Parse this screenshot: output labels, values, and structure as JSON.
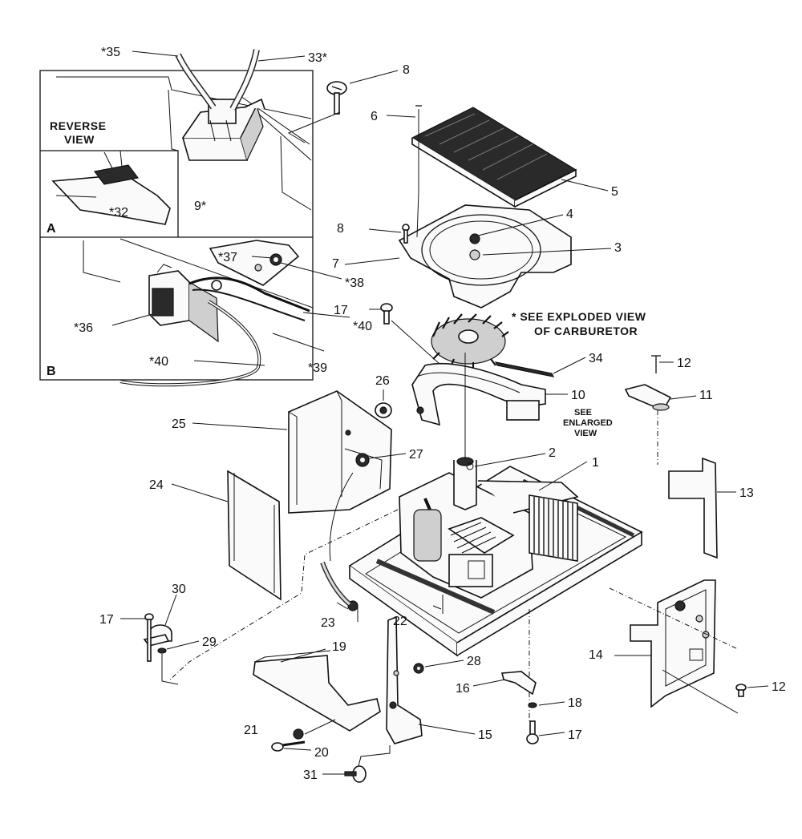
{
  "inset_a": {
    "letter": "A",
    "heading_line1": "REVERSE",
    "heading_line2": "VIEW"
  },
  "inset_b": {
    "letter": "B"
  },
  "callouts": {
    "p1": "1",
    "p2": "2",
    "p3": "3",
    "p4": "4",
    "p5": "5",
    "p6": "6",
    "p7": "7",
    "p8_top": "8",
    "p8_mid": "8",
    "p9": "9*",
    "p10": "10",
    "p11": "11",
    "p12_top": "12",
    "p12_bot": "12",
    "p13": "13",
    "p14": "14",
    "p15": "15",
    "p16": "16",
    "p17_a": "17",
    "p17_b": "17",
    "p17_c": "17",
    "p18": "18",
    "p19": "19",
    "p20": "20",
    "p21": "21",
    "p22": "22",
    "p23": "23",
    "p24": "24",
    "p25": "25",
    "p26": "26",
    "p27": "27",
    "p28": "28",
    "p29": "29",
    "p30": "30",
    "p31": "31",
    "p32": "*32",
    "p33": "33*",
    "p34": "34",
    "p35": "*35",
    "p36": "*36",
    "p37": "*37",
    "p38": "*38",
    "p39": "*39",
    "p40_a": "*40",
    "p40_b": "*40"
  },
  "notes": {
    "carb_line1": "* SEE EXPLODED VIEW",
    "carb_line2": "OF CARBURETOR",
    "enlarged_line1": "SEE",
    "enlarged_line2": "ENLARGED",
    "enlarged_line3": "VIEW"
  }
}
